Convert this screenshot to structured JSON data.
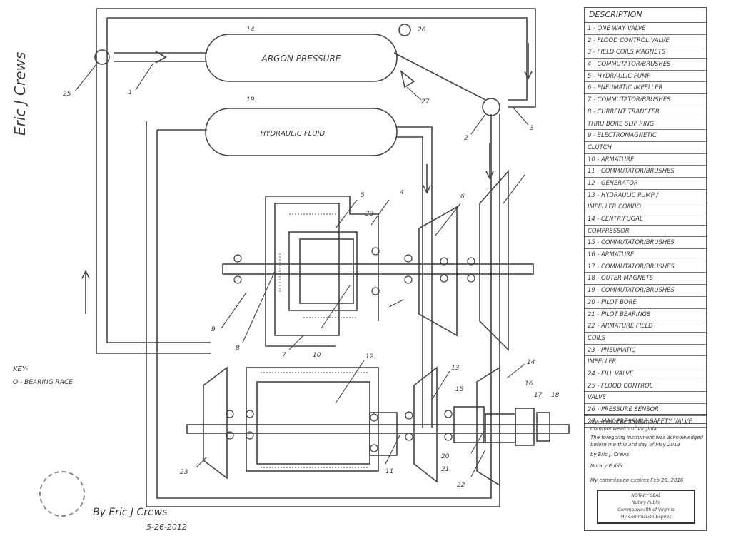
{
  "tank_labels": {
    "argon": "ARGON PRESSURE",
    "hydraulic": "HYDRAULIC FLUID"
  },
  "part_callouts": [
    "25",
    "1",
    "14",
    "26",
    "27",
    "19",
    "2",
    "3",
    "5",
    "4",
    "33",
    "6",
    "7",
    "8",
    "9",
    "10",
    "12",
    "13",
    "14",
    "15",
    "16",
    "17",
    "18",
    "20",
    "21",
    "22",
    "23",
    "11"
  ],
  "key": {
    "title": "KEY-",
    "entry": "O - BEARING RACE"
  },
  "signatures": {
    "top_left": "Eric J Crews",
    "bottom": "By Eric J Crews",
    "date": "5-26-2012"
  },
  "legend": {
    "title": "DESCRIPTION",
    "items": [
      "1 - ONE WAY VALVE",
      "2 - FLOOD CONTROL VALVE",
      "3 - FIELD COILS MAGNETS",
      "4 - COMMUTATOR/BRUSHES",
      "5 - HYDRAULIC PUMP",
      "6 - PNEUMATIC IMPELLER",
      "7 - COMMUTATOR/BRUSHES",
      "8 - CURRENT TRANSFER",
      "THRU BORE SLIP RING",
      "9 - ELECTROMAGNETIC",
      "CLUTCH",
      "10 - ARMATURE",
      "11 - COMMUTATOR/BRUSHES",
      "12 - GENERATOR",
      "13 - HYDRAULIC PUMP /",
      "IMPELLER COMBO",
      "14 - CENTRIFUGAL",
      "COMPRESSOR",
      "15 - COMMUTATOR/BRUSHES",
      "16 - ARMATURE",
      "17 - COMMUTATOR/BRUSHES",
      "18 - OUTER MAGNETS",
      "19 - COMMUTATOR/BRUSHES",
      "20 - PILOT BORE",
      "21 - PILOT BEARINGS",
      "22 - ARMATURE FIELD",
      "COILS",
      "23 - PNEUMATIC",
      "IMPELLER",
      "24 - FILL VALVE",
      "25 - FLOOD CONTROL",
      "VALVE",
      "26 - PRESSURE SENSOR",
      "27 - MAX PRESSURE SAFETY VALVE"
    ]
  },
  "notary": {
    "lines": [
      "My State of Pennsylvania",
      "Commonwealth of Virginia",
      "The foregoing instrument was acknowledged",
      "before me this 3rd day of May 2013",
      "by Eric J. Crews",
      "Notary Public",
      "My commission expires Feb 28, 2016"
    ],
    "stamp": [
      "NOTARY SEAL",
      "Notary Public",
      "Commonwealth of Virginia",
      "My Commission Expires"
    ]
  }
}
